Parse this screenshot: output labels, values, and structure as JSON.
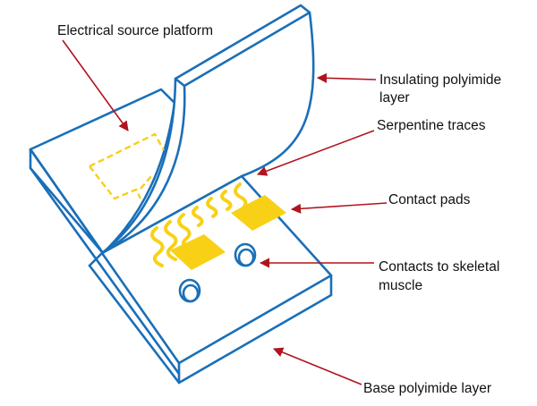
{
  "diagram": {
    "colors": {
      "outline": "#1a6fb8",
      "gold": "#f8d117",
      "arrow": "#b0141e",
      "text": "#111111"
    },
    "labels": {
      "electrical_source_platform": "Electrical source platform",
      "insulating_layer_line1": "Insulating polyimide",
      "insulating_layer_line2": "layer",
      "serpentine_traces": "Serpentine traces",
      "contact_pads": "Contact pads",
      "contacts_muscle_line1": "Contacts to skeletal",
      "contacts_muscle_line2": "muscle",
      "base_layer": "Base polyimide layer"
    }
  }
}
